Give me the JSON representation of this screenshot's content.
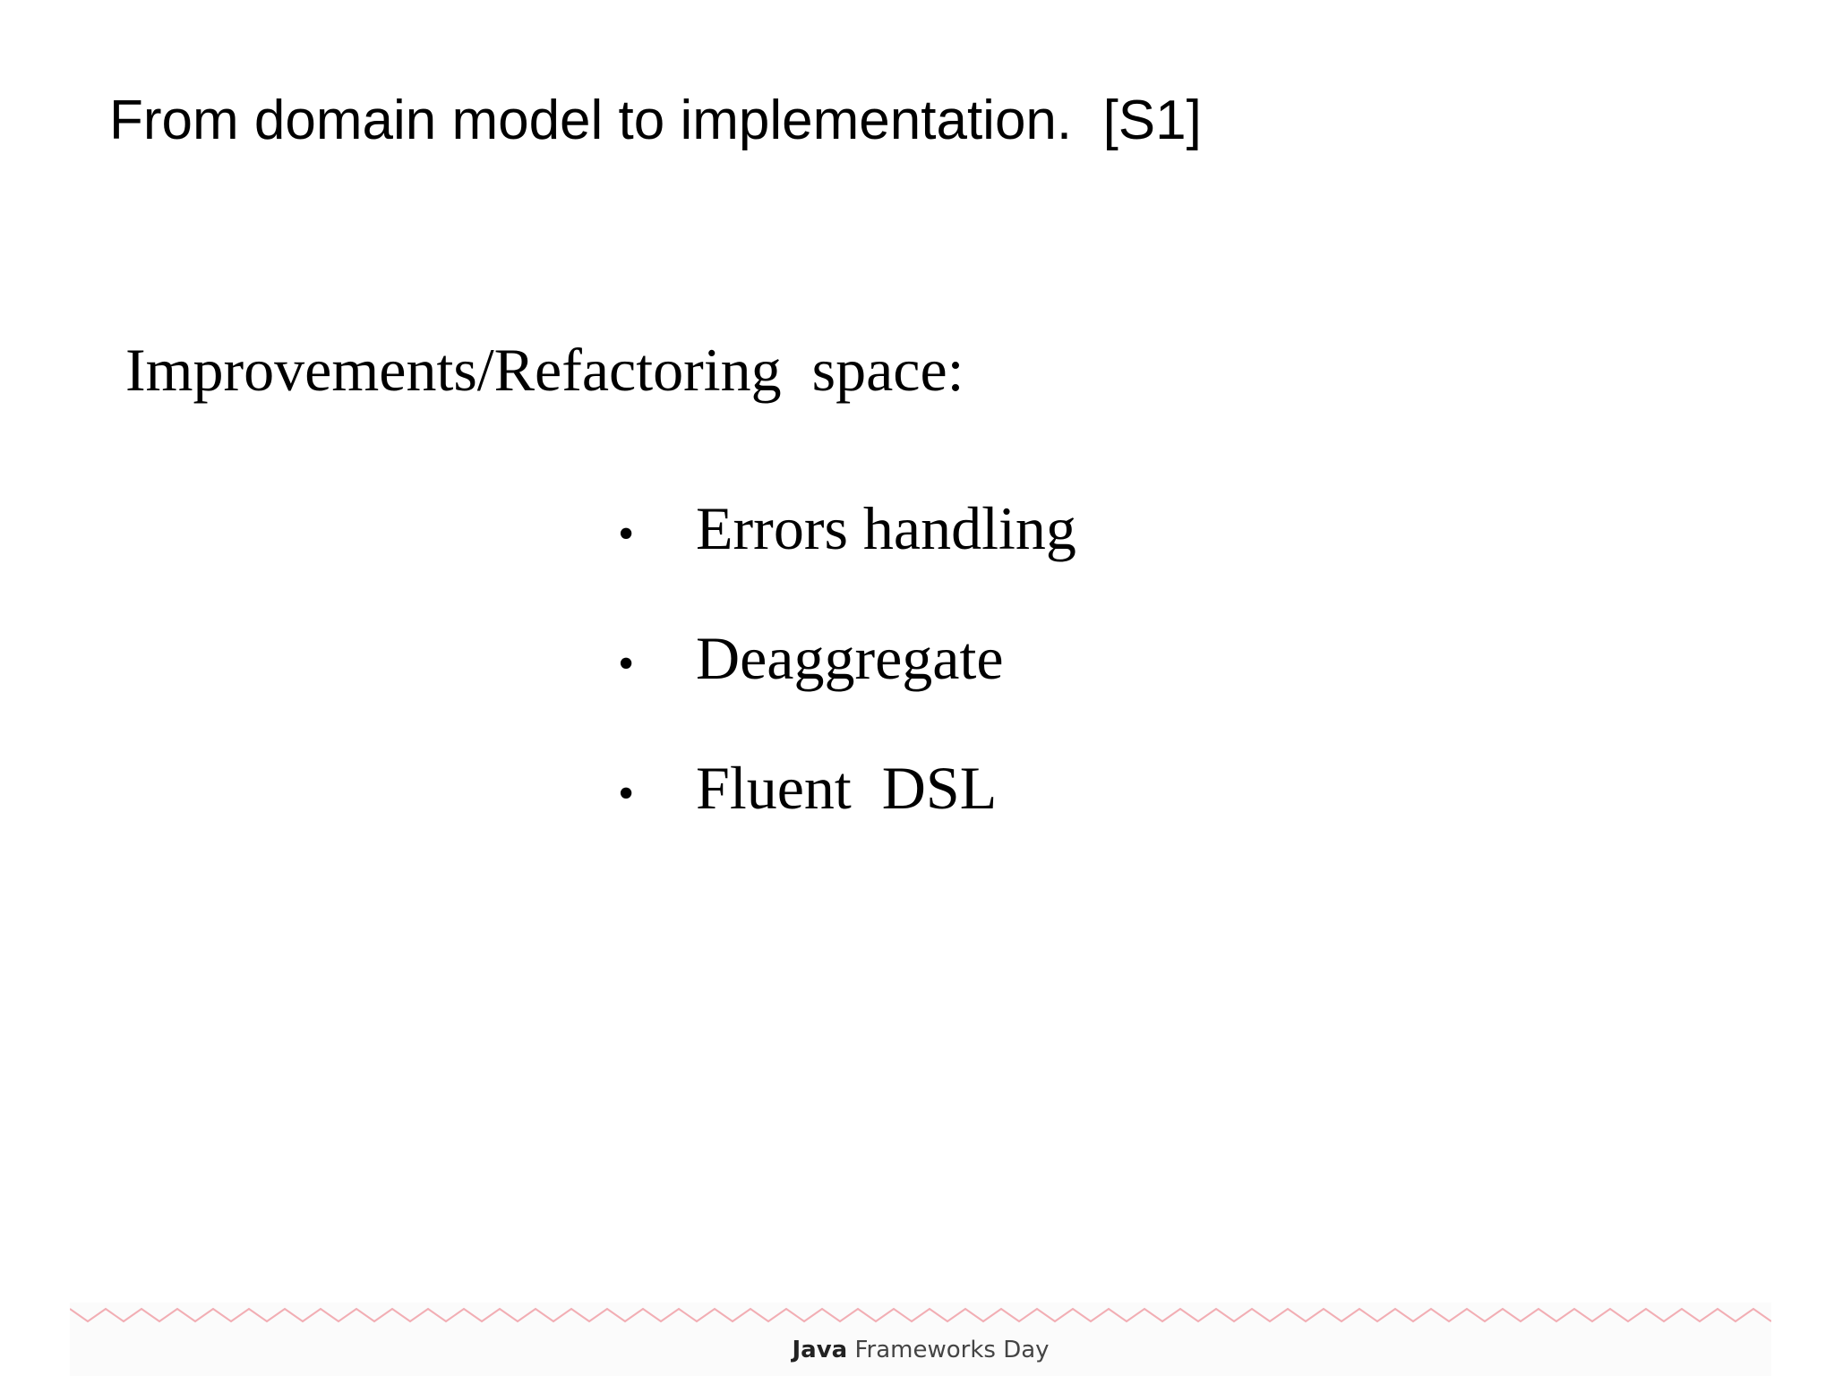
{
  "slide": {
    "title": "From domain model to implementation.  [S1]",
    "subtitle": "Improvements/Refactoring  space:",
    "bullet_symbol": "•",
    "bullets": [
      "Errors handling",
      "Deaggregate",
      "Fluent  DSL"
    ]
  },
  "footer": {
    "brand_strong": "Java",
    "brand_rest": " Frameworks Day",
    "wave_color": "#f2aeb4"
  }
}
